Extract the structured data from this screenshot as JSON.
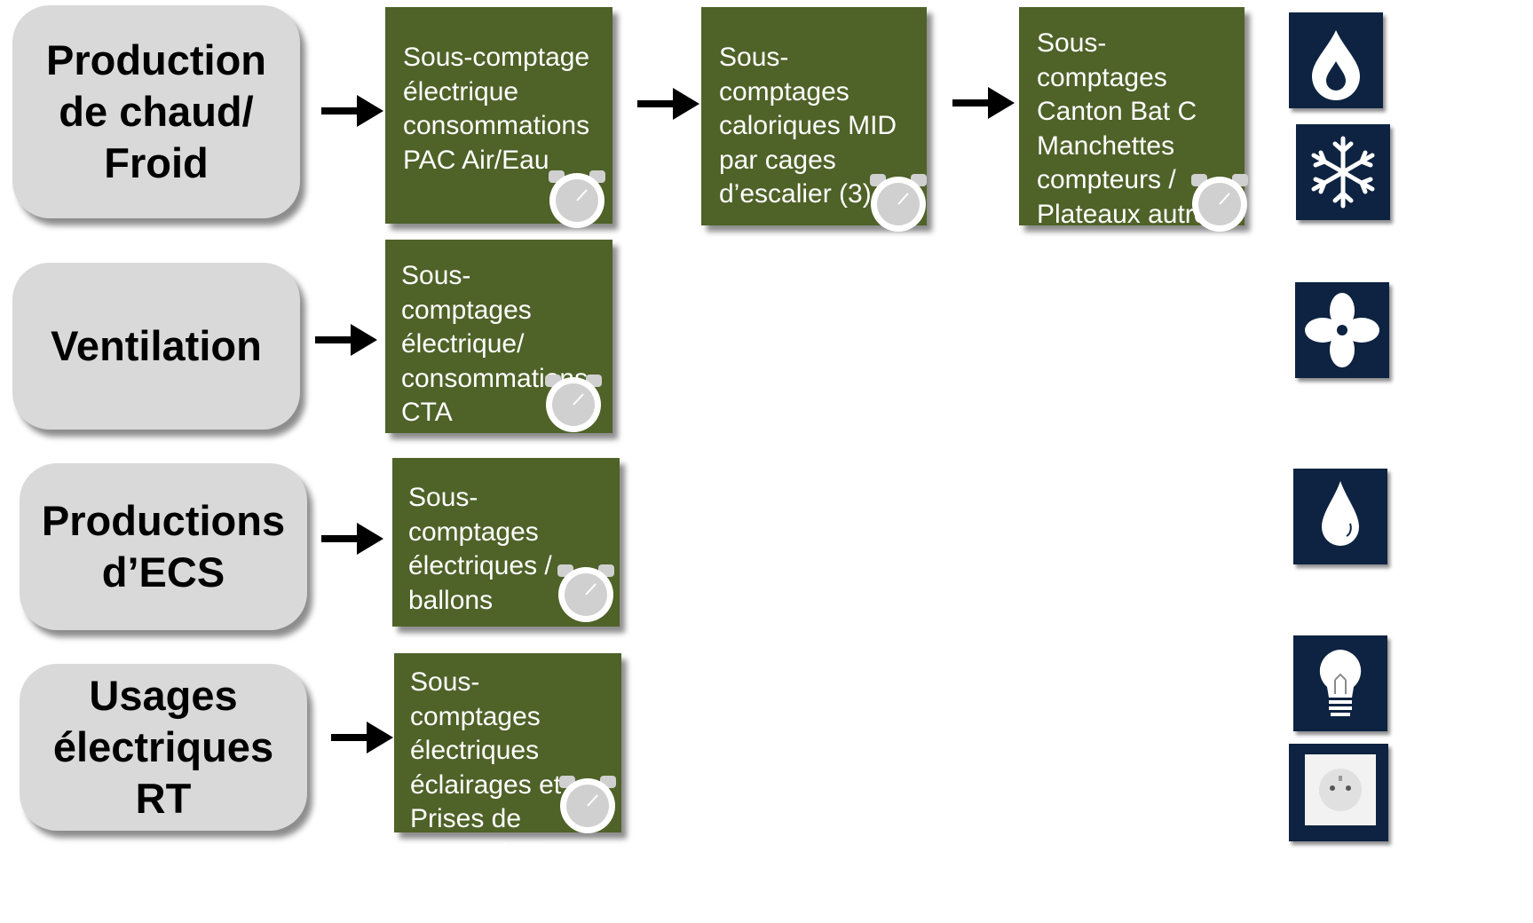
{
  "categories": [
    {
      "id": "chaud-froid",
      "label": "Production\nde chaud/\nFroid"
    },
    {
      "id": "ventilation",
      "label": "Ventilation"
    },
    {
      "id": "ecs",
      "label": "Productions\nd’ECS"
    },
    {
      "id": "usages",
      "label": "Usages\nélectriques\nRT"
    }
  ],
  "boxes": [
    {
      "id": "pac",
      "text": "Sous-comptage\nélectrique\nconsommations\nPAC Air/Eau"
    },
    {
      "id": "mid",
      "text": "Sous-comptages\ncaloriques MID\npar cages\nd’escalier (3)"
    },
    {
      "id": "canton",
      "text": "Sous-comptages\nCanton Bat C\nManchettes\ncompteurs /\nPlateaux autres\ncages A et B"
    },
    {
      "id": "cta",
      "text": "Sous-comptages\nélectrique/\nconsommations\nCTA"
    },
    {
      "id": "ballons",
      "text": "Sous-comptages\nélectriques /\nballons"
    },
    {
      "id": "eclairages",
      "text": "Sous-comptages\nélectriques\néclairages et\nPrises de\ncourant/ TD"
    }
  ],
  "icons": [
    {
      "id": "heat",
      "name": "flame-drop-icon"
    },
    {
      "id": "cold",
      "name": "snowflake-icon"
    },
    {
      "id": "vent",
      "name": "fan-icon"
    },
    {
      "id": "water",
      "name": "water-drop-icon"
    },
    {
      "id": "light",
      "name": "light-bulb-icon"
    },
    {
      "id": "socket",
      "name": "power-socket-icon"
    }
  ],
  "colors": {
    "category_bg": "#d9d9d9",
    "box_bg": "#4f6228",
    "icon_bg": "#0e2341",
    "meter": "#d0d0d0"
  }
}
